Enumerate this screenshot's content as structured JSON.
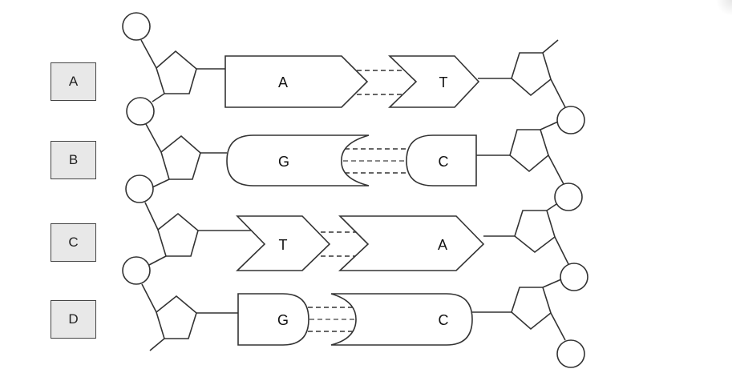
{
  "options": [
    {
      "label": "A"
    },
    {
      "label": "B"
    },
    {
      "label": "C"
    },
    {
      "label": "D"
    }
  ],
  "base_pairs": [
    {
      "left_base": "A",
      "right_base": "T",
      "left_shape": "chevron-long",
      "right_shape": "chevron-short",
      "hydrogen_bonds": 2
    },
    {
      "left_base": "G",
      "right_base": "C",
      "left_shape": "rounded-long",
      "right_shape": "rounded-short",
      "hydrogen_bonds": 3
    },
    {
      "left_base": "T",
      "right_base": "A",
      "left_shape": "chevron-short",
      "right_shape": "chevron-long",
      "hydrogen_bonds": 2
    },
    {
      "left_base": "G",
      "right_base": "C",
      "left_shape": "rounded-short",
      "right_shape": "rounded-long",
      "hydrogen_bonds": 3
    }
  ]
}
